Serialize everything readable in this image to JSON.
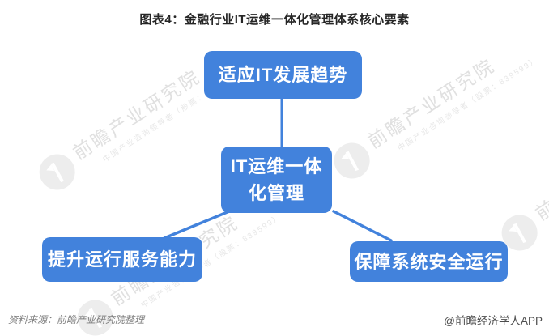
{
  "title": "图表4：金融行业IT运维一体化管理体系核心要素",
  "diagram": {
    "type": "mindmap",
    "nodes": {
      "center": {
        "label": "IT运维一体\n化管理"
      },
      "top": {
        "label": "适应IT发展趋势"
      },
      "bottom_left": {
        "label": "提升运行服务能力"
      },
      "bottom_right": {
        "label": "保障系统安全运行"
      }
    },
    "edges": [
      {
        "from": "center",
        "to": "top"
      },
      {
        "from": "center",
        "to": "bottom_left"
      },
      {
        "from": "center",
        "to": "bottom_right"
      }
    ]
  },
  "watermark": {
    "brand": "前瞻产业研究院",
    "tagline": "中国产业咨询领导者（股票：839599）"
  },
  "footer": {
    "source": "资料来源：前瞻产业研究院整理",
    "credit": "@前瞻经济学人APP"
  },
  "colors": {
    "node_blue": "#4282DC",
    "connector_blue": "#4282DC",
    "title_text": "#262626",
    "source_text": "#7F7F7F",
    "credit_text": "#4D4D4D",
    "watermark_gray": "#E0E0E0"
  }
}
